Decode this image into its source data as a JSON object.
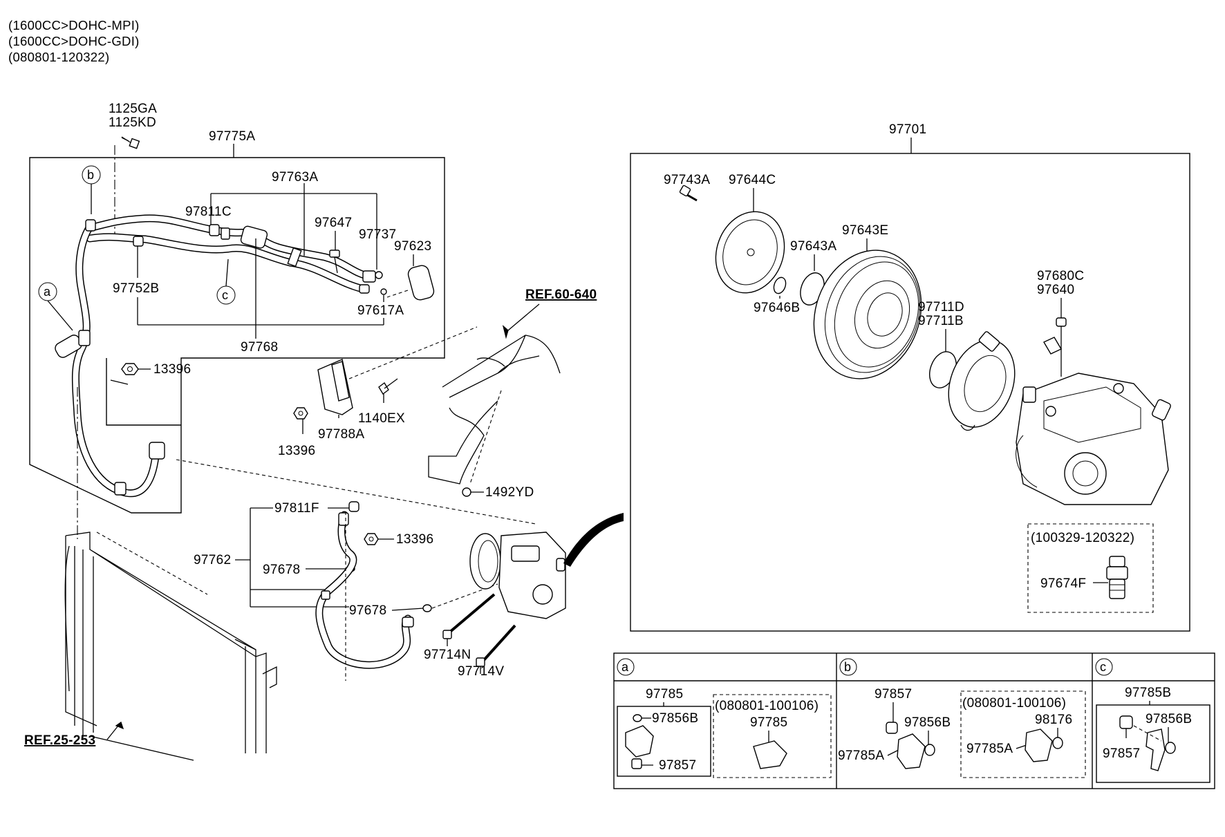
{
  "header": {
    "line1": "(1600CC>DOHC-MPI)",
    "line2": "(1600CC>DOHC-GDI)",
    "line3": "(080801-120322)"
  },
  "refs": {
    "ref_60_640": "REF.60-640",
    "ref_25_253": "REF.25-253"
  },
  "callouts": {
    "a": "a",
    "b": "b",
    "c": "c"
  },
  "labels": {
    "p1125GA": "1125GA",
    "p1125KD": "1125KD",
    "p97775A": "97775A",
    "p97763A": "97763A",
    "p97811C": "97811C",
    "p97647": "97647",
    "p97737": "97737",
    "p97623": "97623",
    "p97752B": "97752B",
    "p97617A": "97617A",
    "p97768": "97768",
    "p13396_a": "13396",
    "p1140EX": "1140EX",
    "p13396_b": "13396",
    "p97788A": "97788A",
    "p1492YD": "1492YD",
    "p97811F": "97811F",
    "p13396_c": "13396",
    "p97762": "97762",
    "p97678_a": "97678",
    "p97678_b": "97678",
    "p97714N": "97714N",
    "p97714V": "97714V",
    "p97701": "97701",
    "p97743A": "97743A",
    "p97644C": "97644C",
    "p97643E": "97643E",
    "p97643A": "97643A",
    "p97646B": "97646B",
    "p97711D": "97711D",
    "p97711B": "97711B",
    "p97680C": "97680C",
    "p97640": "97640",
    "date_100329": "(100329-120322)",
    "p97674F": "97674F"
  },
  "detail_table": {
    "a": {
      "tag": "a",
      "p97785": "97785",
      "p97856B": "97856B",
      "p97857": "97857",
      "date": "(080801-100106)",
      "p97785_alt": "97785"
    },
    "b": {
      "tag": "b",
      "p97857": "97857",
      "p97856B": "97856B",
      "p97785A": "97785A",
      "date": "(080801-100106)",
      "p98176": "98176",
      "p97785A_alt": "97785A"
    },
    "c": {
      "tag": "c",
      "p97785B": "97785B",
      "p97856B": "97856B",
      "p97857": "97857"
    }
  }
}
